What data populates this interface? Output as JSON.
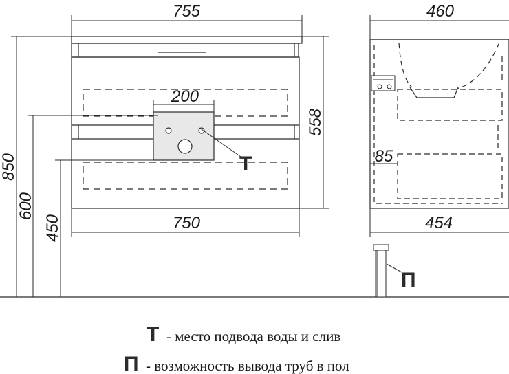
{
  "front_view": {
    "top_width": "755",
    "bottom_width": "750",
    "height": "558",
    "connection_width": "200",
    "connection_marker": "T"
  },
  "side_view": {
    "top_depth": "460",
    "bottom_depth": "454",
    "offset": "85"
  },
  "heights": {
    "total": "850",
    "mid": "600",
    "low": "450"
  },
  "floor_pipe_marker": "П",
  "legend": {
    "t_marker": "T",
    "t_text": "- место подвода воды и слив",
    "p_marker": "П",
    "p_text": "- возможность вывода труб в пол"
  },
  "colors": {
    "line": "#2b2b2b",
    "panel": "#e8e8e8"
  }
}
